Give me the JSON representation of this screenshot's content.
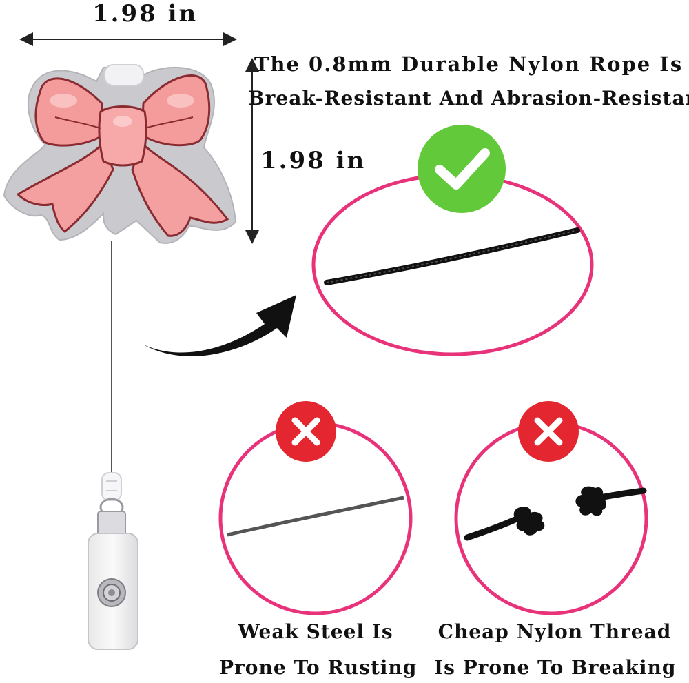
{
  "dimensions": {
    "width_label": "1.98 in",
    "height_label": "1.98 in"
  },
  "headline": {
    "line1": "The 0.8mm Durable Nylon Rope Is",
    "line2": "Break-Resistant And Abrasion-Resistant"
  },
  "comparisons": {
    "good": {
      "icon": "check-icon"
    },
    "steel": {
      "icon": "cross-icon",
      "line1": "Weak Steel Is",
      "line2": "Prone To Rusting"
    },
    "cheap": {
      "icon": "cross-icon",
      "line1": "Cheap Nylon Thread",
      "line2": "Is Prone To Breaking"
    }
  },
  "colors": {
    "ring": "#e8337a",
    "check_badge": "#62c93a",
    "cross_badge": "#e3262f",
    "bow_fill": "#f49b9b",
    "bow_outline": "#8a2b31"
  }
}
